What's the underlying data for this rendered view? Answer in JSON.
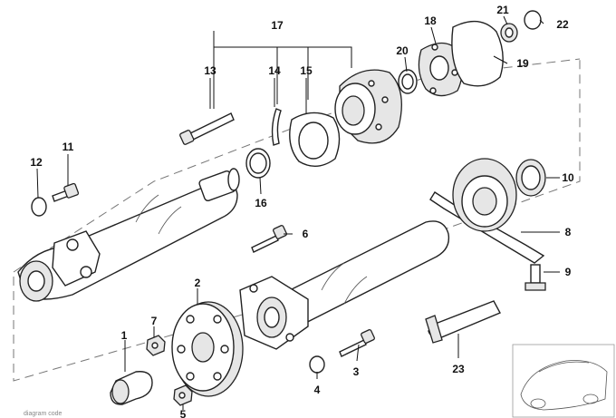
{
  "callouts": [
    "1",
    "2",
    "3",
    "4",
    "5",
    "6",
    "7",
    "8",
    "9",
    "10",
    "11",
    "12",
    "13",
    "14",
    "15",
    "16",
    "17",
    "18",
    "19",
    "20",
    "21",
    "22",
    "23"
  ],
  "watermark": "diagram code"
}
